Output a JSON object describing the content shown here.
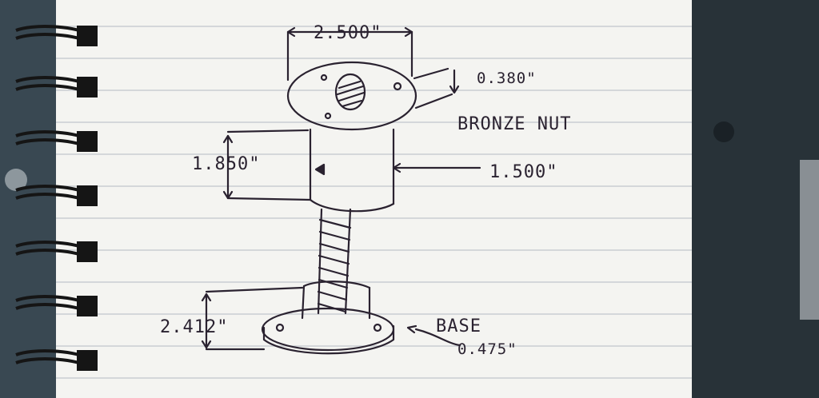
{
  "sketch": {
    "top_width": "2.500\"",
    "ear_thickness": "0.380\"",
    "title_nut": "BRONZE NUT",
    "nut_height": "1.850\"",
    "nut_diameter": "1.500\"",
    "base_height": "2.412\"",
    "title_base": "BASE",
    "base_thickness": "0.475\""
  },
  "colors": {
    "background": "#2f3a40",
    "paper": "#f4f4f1",
    "rule_line": "#c9cdd3",
    "ink": "#2a2230",
    "spiral": "#151515"
  }
}
